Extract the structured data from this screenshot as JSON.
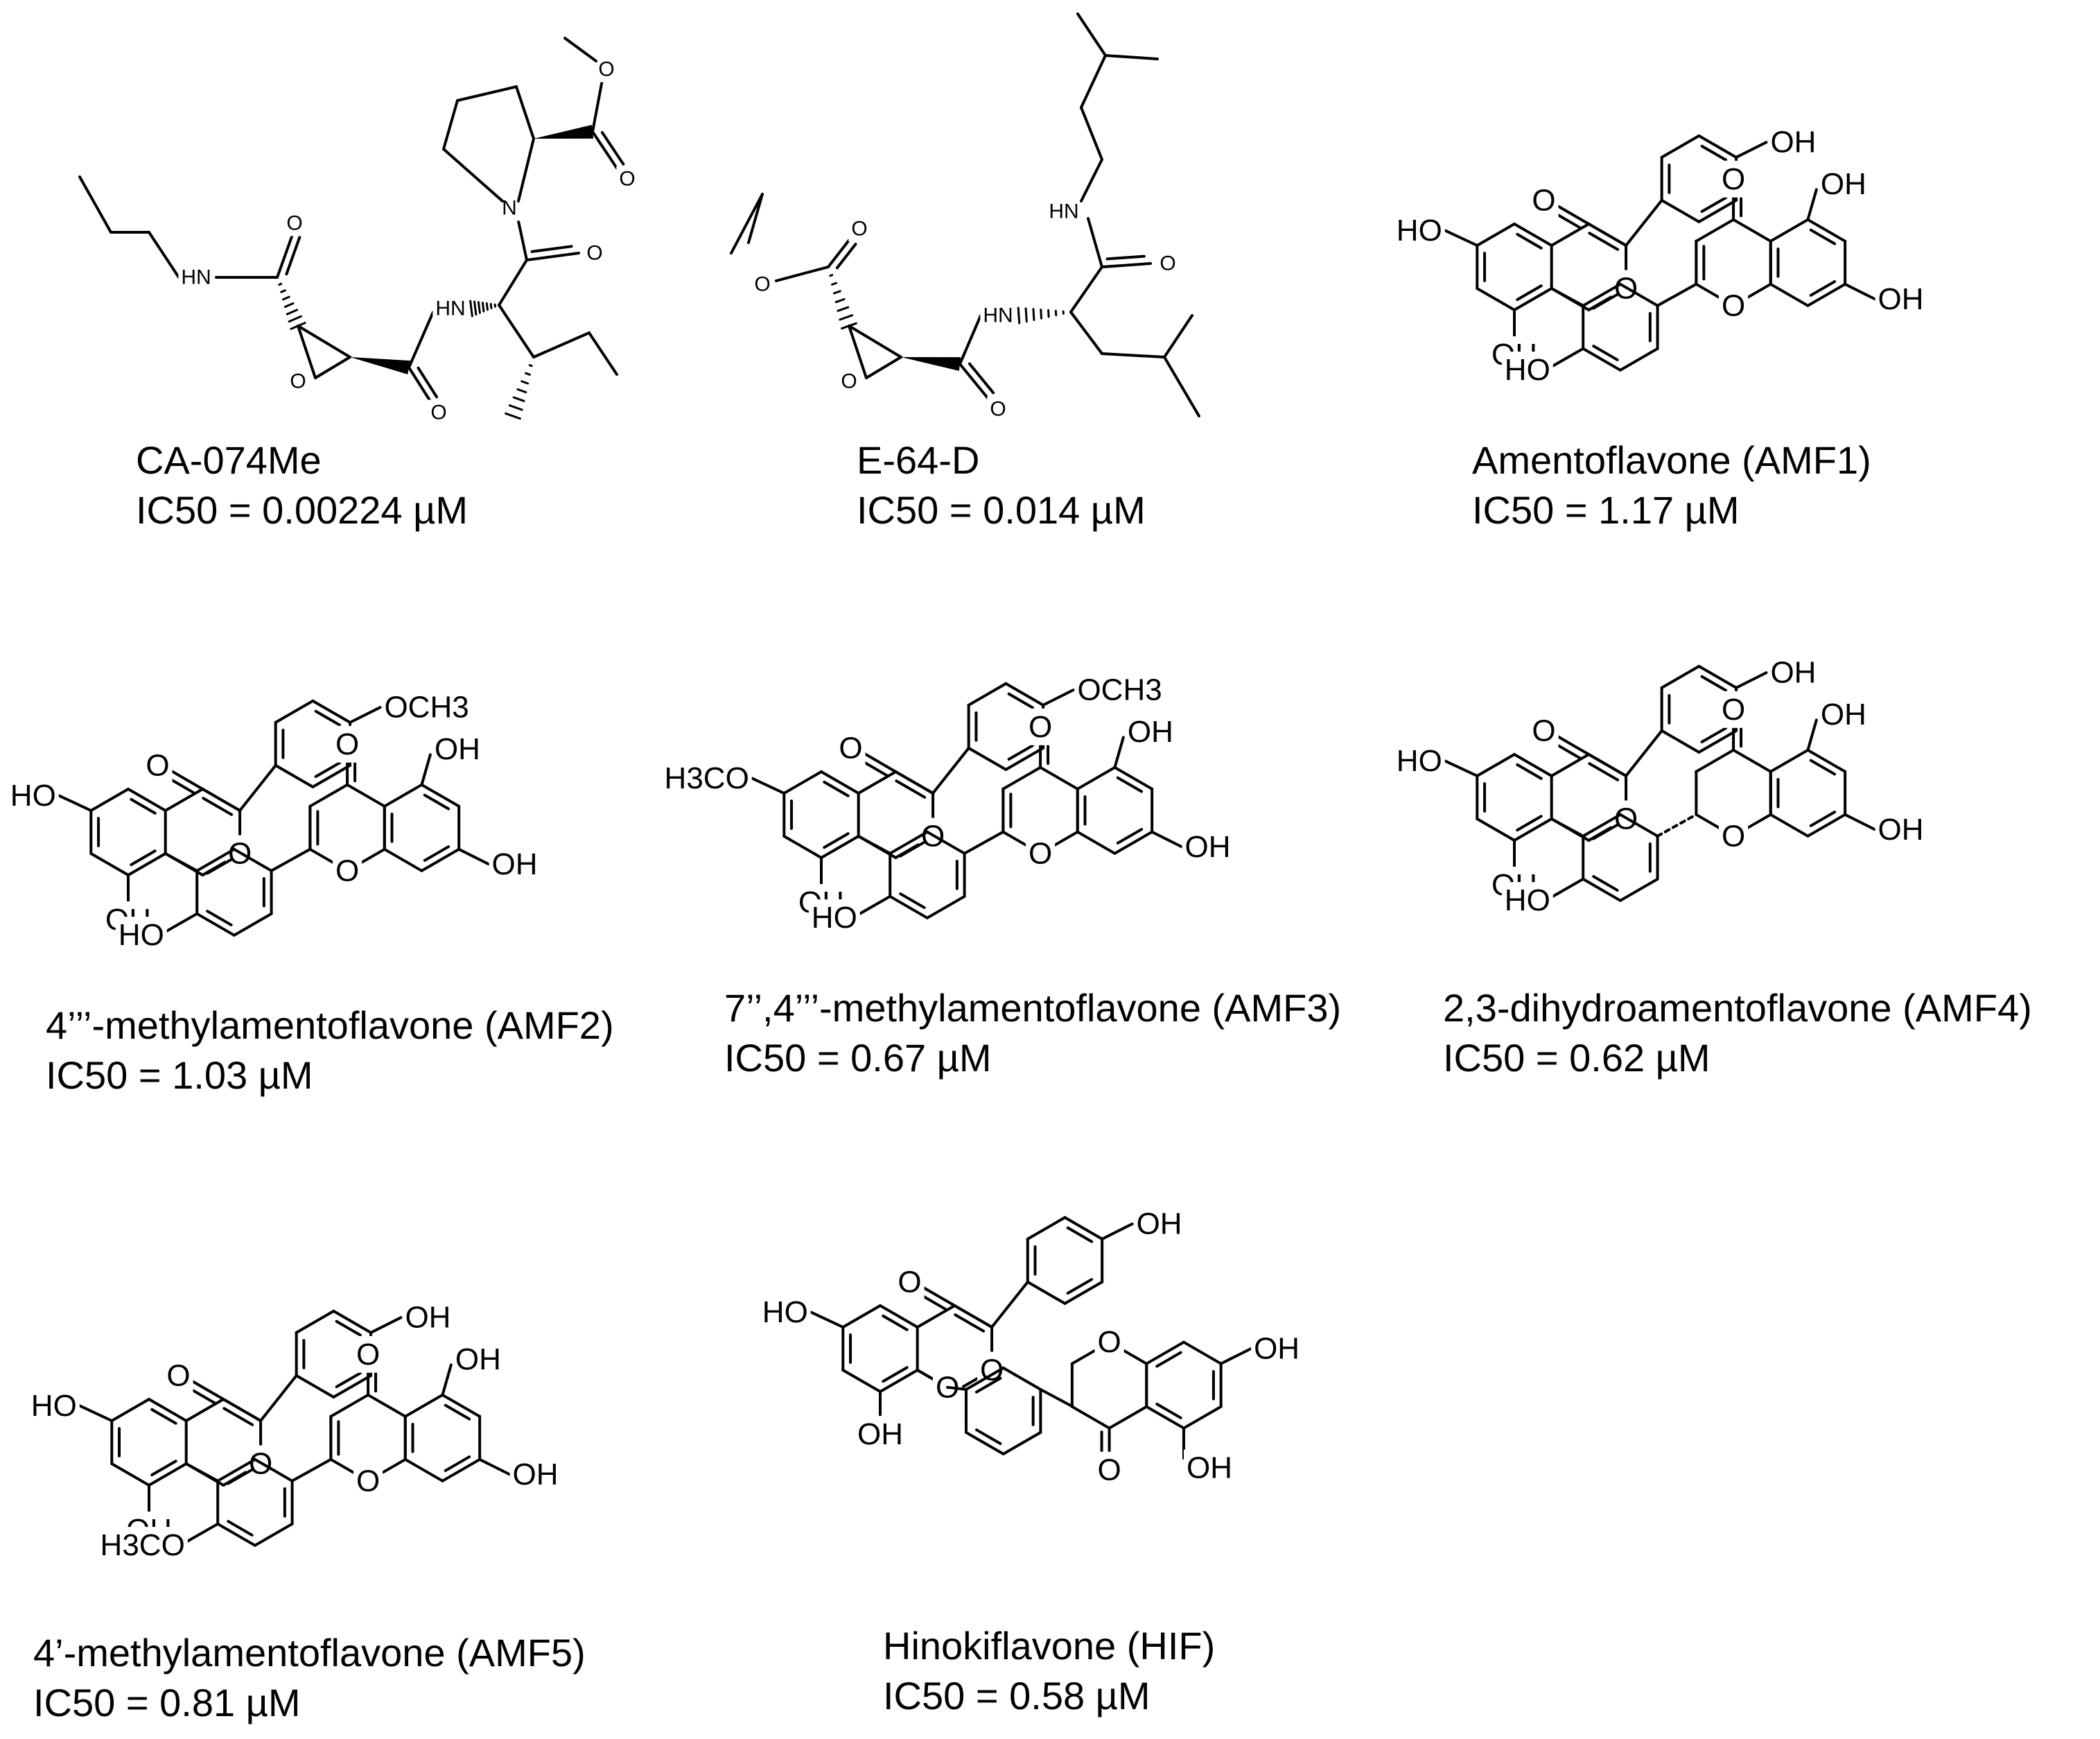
{
  "compounds": [
    {
      "name": "CA-074Me",
      "ic50": "IC50 = 0.00224 µM"
    },
    {
      "name": "E-64-D",
      "ic50": "IC50 = 0.014 µM"
    },
    {
      "name": "Amentoflavone (AMF1)",
      "ic50": "IC50 = 1.17 µM"
    },
    {
      "name": "4’’’-methylamentoflavone (AMF2)",
      "ic50": "IC50 = 1.03 µM"
    },
    {
      "name": "7’’,4’’’-methylamentoflavone (AMF3)",
      "ic50": "IC50 = 0.67 µM"
    },
    {
      "name": "2,3-dihydroamentoflavone (AMF4)",
      "ic50": "IC50 = 0.62 µM"
    },
    {
      "name": "4’-methylamentoflavone (AMF5)",
      "ic50": "IC50 = 0.81 µM"
    },
    {
      "name": "Hinokiflavone (HIF)",
      "ic50": "IC50 = 0.58 µM"
    }
  ],
  "atom_labels": {
    "oh": "OH",
    "ho": "HO",
    "o": "O",
    "nh_right": "HN",
    "nh_left": "HN",
    "och3": "OCH3",
    "h3co": "H3CO"
  }
}
